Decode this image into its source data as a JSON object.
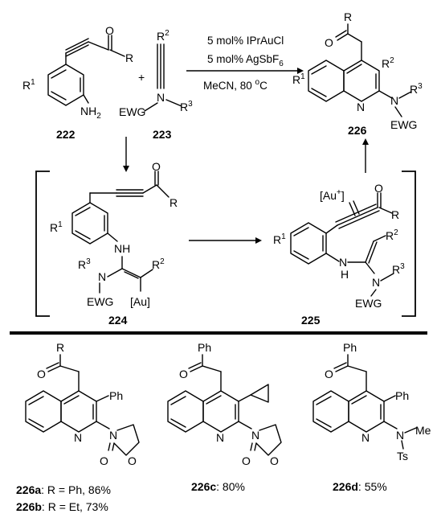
{
  "reagents": {
    "line1": "5 mol% IPrAuCl",
    "line2": "5 mol% AgSbF",
    "line2_sub": "6",
    "line3": "MeCN, 80 ",
    "line3_deg": "o",
    "line3_unit": "C"
  },
  "compounds": {
    "c222": "222",
    "c223": "223",
    "c224": "224",
    "c225": "225",
    "c226": "226"
  },
  "labels": {
    "R": "R",
    "R1": "R",
    "sup1": "1",
    "R2": "R",
    "sup2": "2",
    "R3": "R",
    "sup3": "3",
    "NH2": "NH",
    "sub2": "2",
    "EWG": "EWG",
    "N": "N",
    "O": "O",
    "NH": "NH",
    "H": "H",
    "Au": "[Au]",
    "AuPlus": "[Au",
    "plus": "+",
    "close": "]",
    "Ph": "Ph",
    "Me": "Me",
    "Ts": "Ts",
    "plus_sign": "+"
  },
  "products": {
    "p226a_id": "226a",
    "p226a_text": ": R = Ph, 86%",
    "p226b_id": "226b",
    "p226b_text": ": R = Et, 73%",
    "p226c_id": "226c",
    "p226c_text": ": 80%",
    "p226d_id": "226d",
    "p226d_text": ": 55%"
  }
}
